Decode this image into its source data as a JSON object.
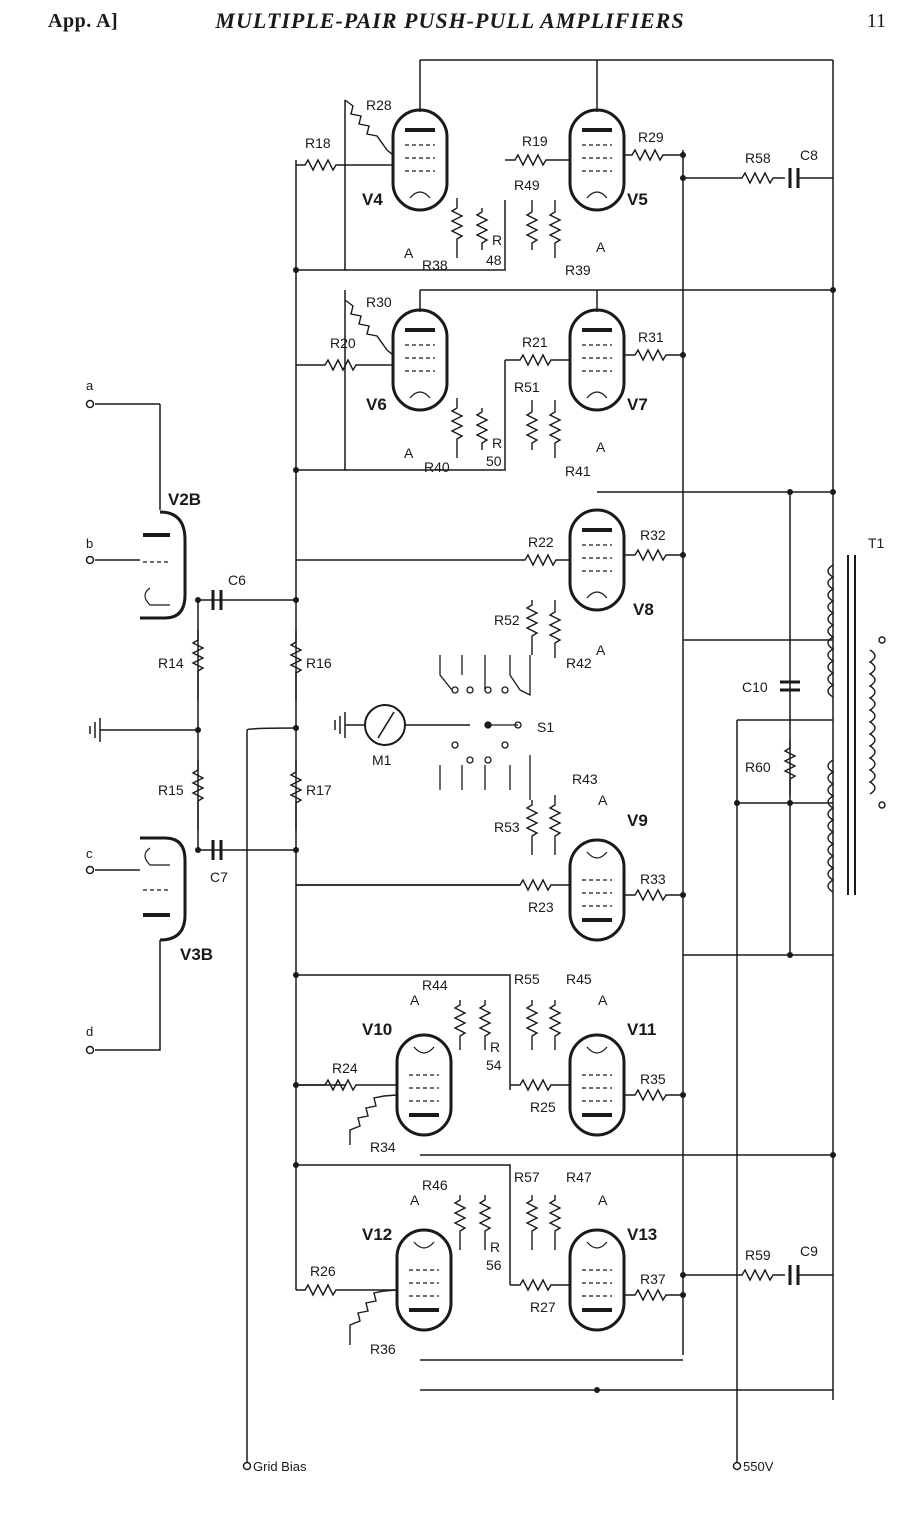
{
  "header": {
    "left": "App. A]",
    "title": "MULTIPLE-PAIR PUSH-PULL AMPLIFIERS",
    "page": "11"
  },
  "tubes": [
    "V2B",
    "V3B",
    "V4",
    "V5",
    "V6",
    "V7",
    "V8",
    "V9",
    "V10",
    "V11",
    "V12",
    "V13"
  ],
  "resistors": [
    "R14",
    "R15",
    "R16",
    "R17",
    "R18",
    "R19",
    "R20",
    "R21",
    "R22",
    "R23",
    "R24",
    "R25",
    "R26",
    "R27",
    "R28",
    "R29",
    "R30",
    "R31",
    "R32",
    "R33",
    "R34",
    "R35",
    "R36",
    "R37",
    "R38",
    "R39",
    "R40",
    "R41",
    "R42",
    "R43",
    "R44",
    "R45",
    "R46",
    "R47",
    "R49",
    "R51",
    "R52",
    "R53",
    "R55",
    "R57",
    "R58",
    "R59",
    "R60"
  ],
  "split_labels": {
    "r48": [
      "R",
      "48"
    ],
    "r50": [
      "R",
      "50"
    ],
    "r54": [
      "R",
      "54"
    ],
    "r56": [
      "R",
      "56"
    ]
  },
  "capacitors": [
    "C6",
    "C7",
    "C8",
    "C9",
    "C10"
  ],
  "others": {
    "meter": "M1",
    "switch": "S1",
    "transformer": "T1",
    "cathode_tag": "A"
  },
  "terminals": {
    "a": "a",
    "b": "b",
    "c": "c",
    "d": "d",
    "grid_bias": "Grid Bias",
    "supply": "550V"
  }
}
